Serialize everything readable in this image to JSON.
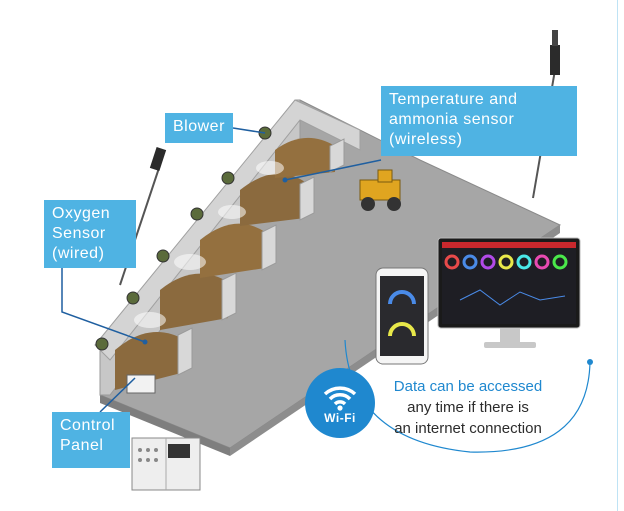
{
  "labels": {
    "blower": "Blower",
    "temperature_sensor": "Temperature and\nammonia sensor\n(wireless)",
    "oxygen_sensor": "Oxygen\nSensor\n(wired)",
    "control_panel": "Control\nPanel"
  },
  "wifi": {
    "badge": "Wi-Fi",
    "message_line1": "Data can be accessed",
    "message_line2": "any time if there is",
    "message_line3": "an internet connection"
  },
  "colors": {
    "callout": "#4fb3e3",
    "wifi_blue": "#1f88cf",
    "compost": "#8b6a3e",
    "floor": "#9a9a9a"
  }
}
